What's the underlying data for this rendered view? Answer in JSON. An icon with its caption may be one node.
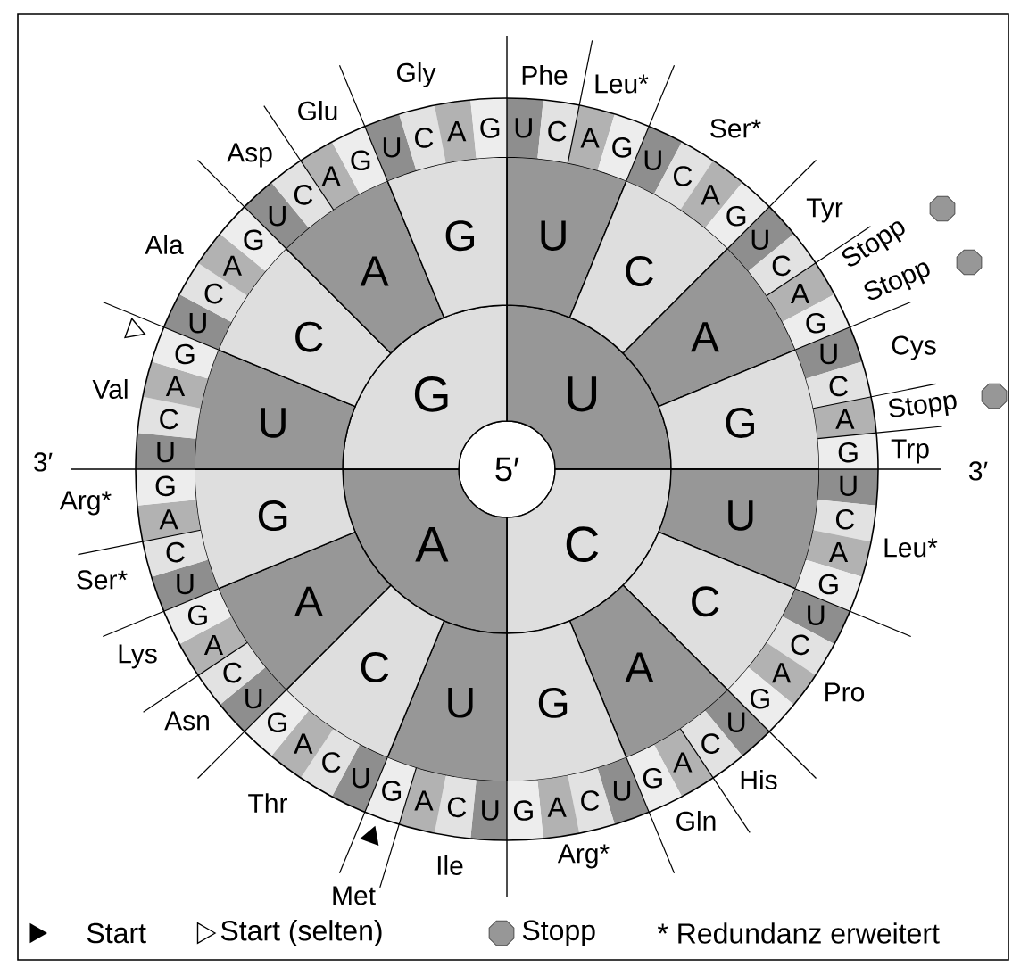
{
  "diagram": {
    "nodes": [
      {
        "text": [
          "5′"
        ]
      },
      {
        "text": [
          "U"
        ]
      },
      {
        "text": [
          "C"
        ]
      },
      {
        "text": [
          "A"
        ]
      },
      {
        "text": [
          "G"
        ]
      },
      {
        "text": [
          "U"
        ]
      },
      {
        "text": [
          "C"
        ]
      },
      {
        "text": [
          "A"
        ]
      },
      {
        "text": [
          "G"
        ]
      },
      {
        "text": [
          "U"
        ]
      },
      {
        "text": [
          "C"
        ]
      },
      {
        "text": [
          "A"
        ]
      },
      {
        "text": [
          "G"
        ]
      },
      {
        "text": [
          "U"
        ]
      },
      {
        "text": [
          "C"
        ]
      },
      {
        "text": [
          "A"
        ]
      },
      {
        "text": [
          "G"
        ]
      },
      {
        "text": [
          "U"
        ]
      },
      {
        "text": [
          "C"
        ]
      },
      {
        "text": [
          "A"
        ]
      },
      {
        "text": [
          "G"
        ]
      },
      {
        "text": [
          "U"
        ]
      },
      {
        "text": [
          "C"
        ]
      },
      {
        "text": [
          "A"
        ]
      },
      {
        "text": [
          "G"
        ]
      },
      {
        "text": [
          "U"
        ]
      },
      {
        "text": [
          "C"
        ]
      },
      {
        "text": [
          "A"
        ]
      },
      {
        "text": [
          "G"
        ]
      },
      {
        "text": [
          "U"
        ]
      },
      {
        "text": [
          "C"
        ]
      },
      {
        "text": [
          "A"
        ]
      },
      {
        "text": [
          "G"
        ]
      },
      {
        "text": [
          "U"
        ]
      },
      {
        "text": [
          "C"
        ]
      },
      {
        "text": [
          "A"
        ]
      },
      {
        "text": [
          "G"
        ]
      },
      {
        "text": [
          "U"
        ]
      },
      {
        "text": [
          "C"
        ]
      },
      {
        "text": [
          "A"
        ]
      },
      {
        "text": [
          "G"
        ]
      },
      {
        "text": [
          "U"
        ]
      },
      {
        "text": [
          "C"
        ]
      },
      {
        "text": [
          "A"
        ]
      },
      {
        "text": [
          "G"
        ]
      },
      {
        "text": [
          "U"
        ]
      },
      {
        "text": [
          "C"
        ]
      },
      {
        "text": [
          "A"
        ]
      },
      {
        "text": [
          "G"
        ]
      },
      {
        "text": [
          "U"
        ]
      },
      {
        "text": [
          "C"
        ]
      },
      {
        "text": [
          "A"
        ]
      },
      {
        "text": [
          "G"
        ]
      },
      {
        "text": [
          "U"
        ]
      },
      {
        "text": [
          "C"
        ]
      },
      {
        "text": [
          "A"
        ]
      },
      {
        "text": [
          "G"
        ]
      },
      {
        "text": [
          "U"
        ]
      },
      {
        "text": [
          "C"
        ]
      },
      {
        "text": [
          "A"
        ]
      },
      {
        "text": [
          "G"
        ]
      },
      {
        "text": [
          "U"
        ]
      },
      {
        "text": [
          "C"
        ]
      },
      {
        "text": [
          "A"
        ]
      },
      {
        "text": [
          "G"
        ]
      },
      {
        "text": [
          "U"
        ]
      },
      {
        "text": [
          "C"
        ]
      },
      {
        "text": [
          "A"
        ]
      },
      {
        "text": [
          "G"
        ]
      },
      {
        "text": [
          "U"
        ]
      },
      {
        "text": [
          "C"
        ]
      },
      {
        "text": [
          "A"
        ]
      },
      {
        "text": [
          "G"
        ]
      },
      {
        "text": [
          "U"
        ]
      },
      {
        "text": [
          "C"
        ]
      },
      {
        "text": [
          "A"
        ]
      },
      {
        "text": [
          "G"
        ]
      },
      {
        "text": [
          "U"
        ]
      },
      {
        "text": [
          "C"
        ]
      },
      {
        "text": [
          "A"
        ]
      },
      {
        "text": [
          "G"
        ]
      },
      {
        "text": [
          "U"
        ]
      },
      {
        "text": [
          "C"
        ]
      },
      {
        "text": [
          "A"
        ]
      },
      {
        "text": [
          "G"
        ]
      }
    ],
    "labels": [
      "Phe",
      "Leu*",
      "Ser*",
      "Tyr",
      "Stopp",
      "Stopp",
      "Cys",
      "Stopp",
      "Trp",
      "3′",
      "Leu*",
      "Pro",
      "His",
      "Gln",
      "Arg*",
      "Ile",
      "Met",
      "Thr",
      "Asn",
      "Lys",
      "Ser*",
      "Arg*",
      "3′",
      "Val",
      "Ala",
      "Asp",
      "Glu",
      "Gly"
    ],
    "legend": [
      {
        "text": "Start"
      },
      {
        "text": "Start (selten)"
      },
      {
        "text": "Stopp"
      },
      {
        "text": "* Redundanz erweitert"
      }
    ]
  }
}
